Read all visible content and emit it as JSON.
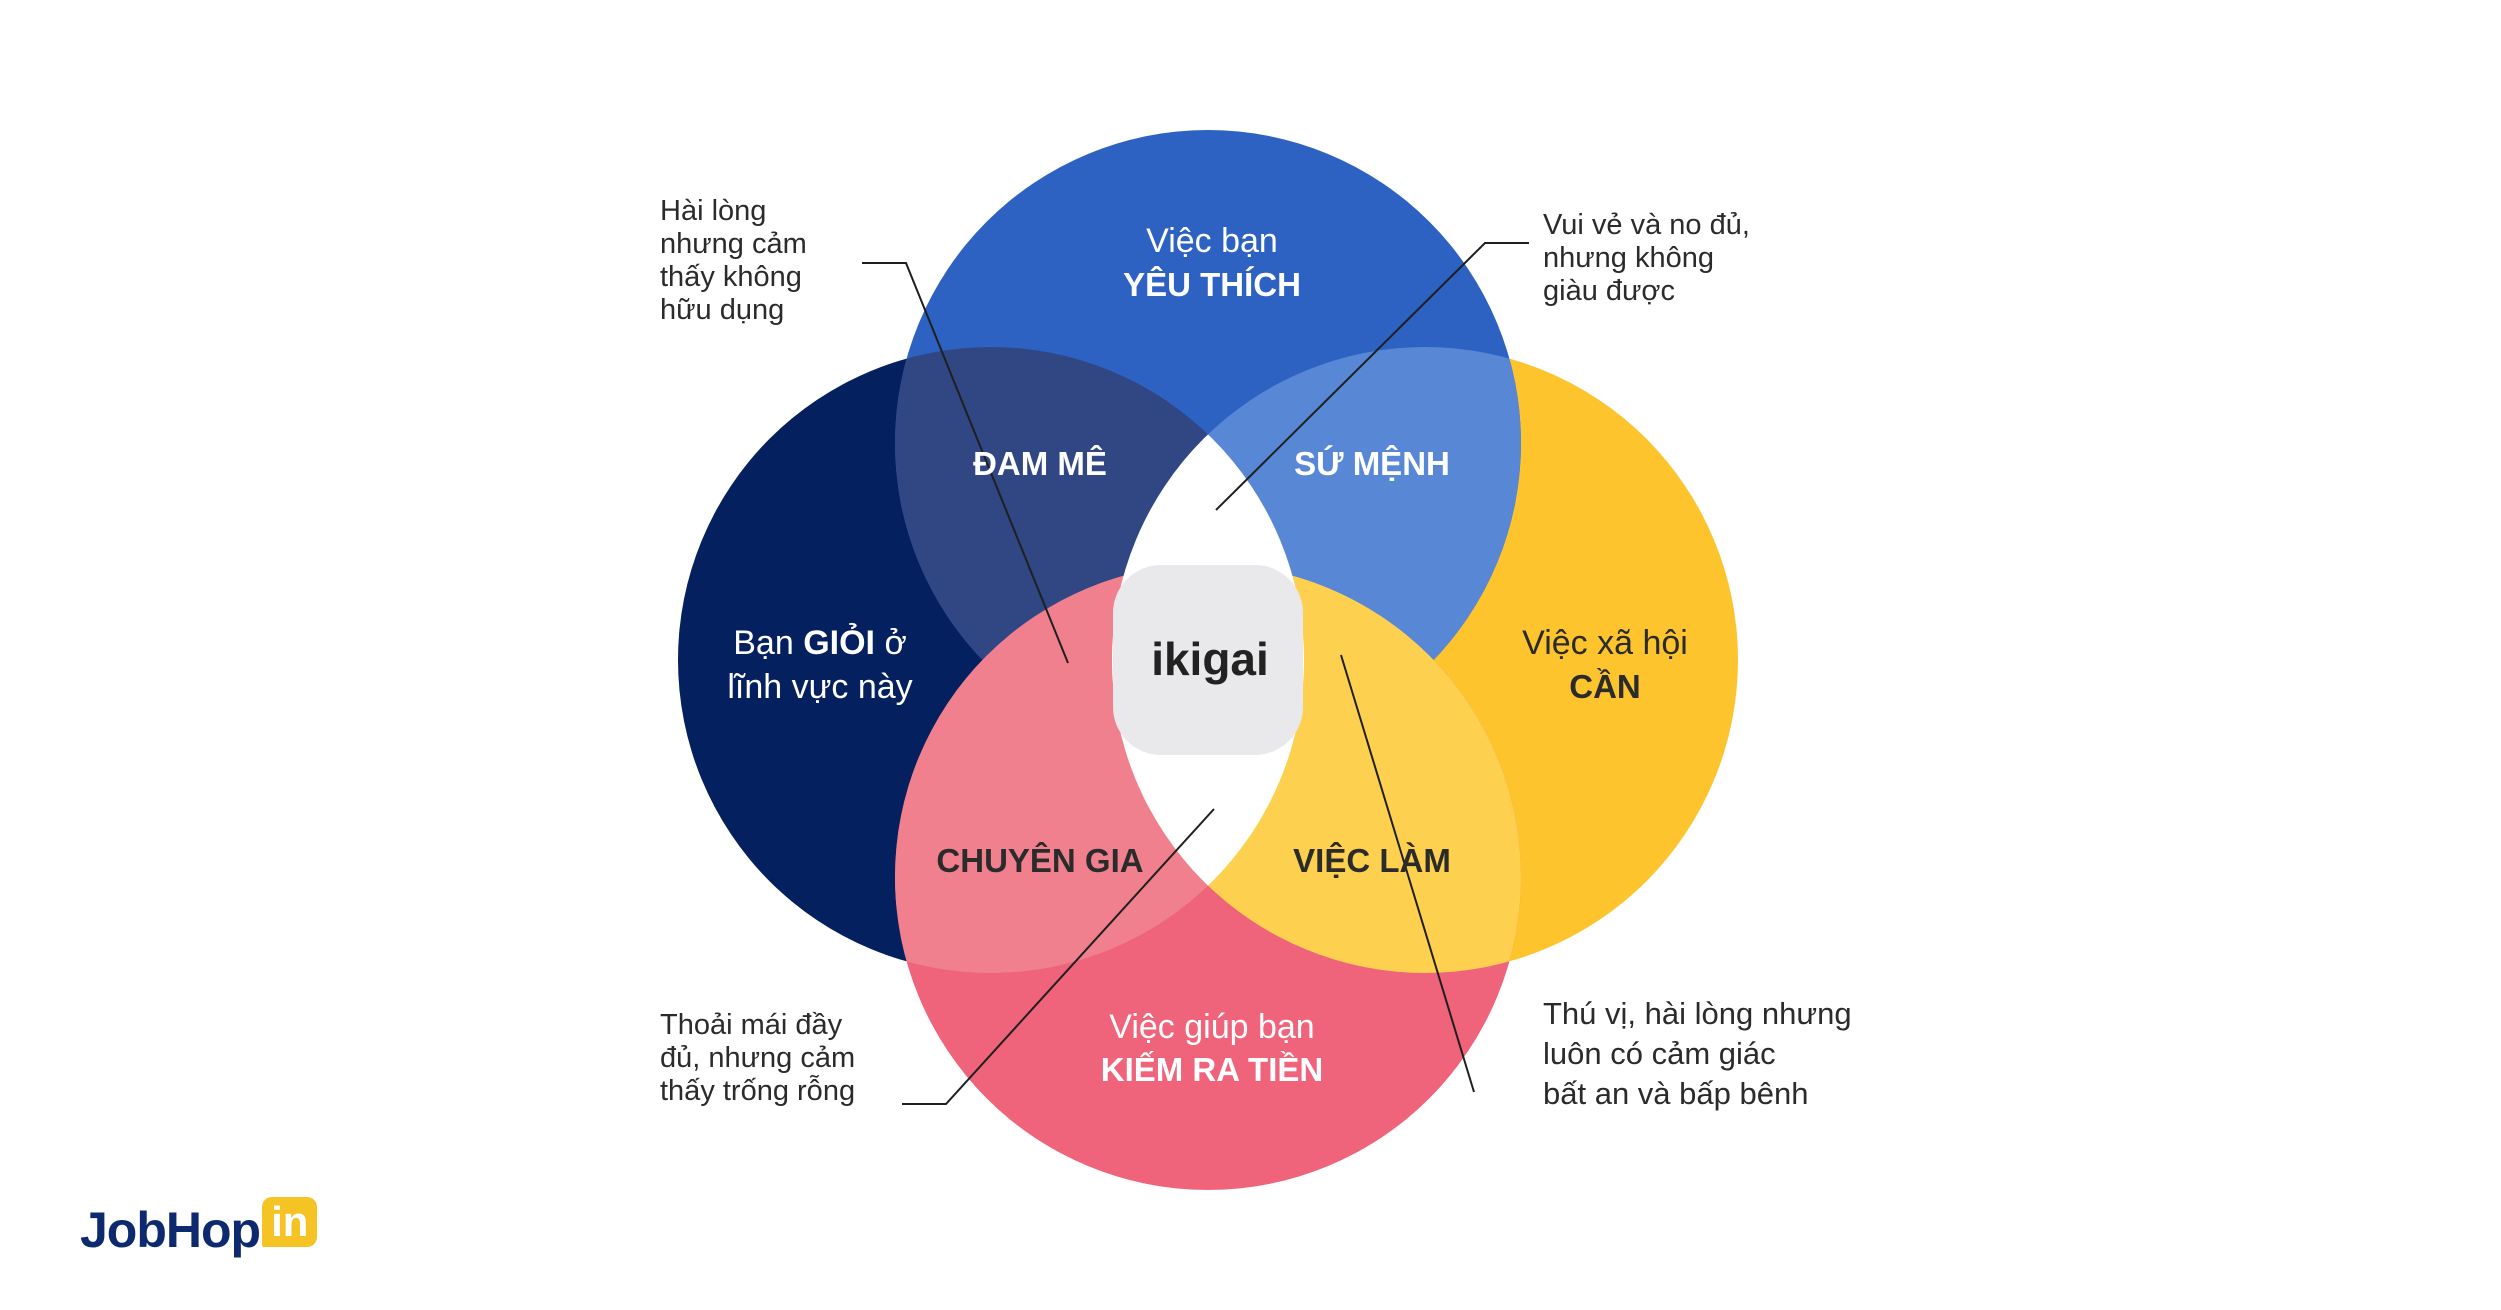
{
  "colors": {
    "top": "#2d62c3",
    "left": "#05205f",
    "right": "#fdc42e",
    "bottom": "#ef637b",
    "overlap_top_left": "#314784",
    "overlap_top_right": "#5887d6",
    "overlap_bottom_left": "#f1808f",
    "overlap_bottom_right": "#fdd14f",
    "center": "#e9e9eb"
  },
  "circles": {
    "top": {
      "line1": "Việc bạn",
      "line2": "YÊU THÍCH"
    },
    "left": {
      "line1_pre": "Bạn ",
      "line1_bold": "GIỎI",
      "line1_post": " ở",
      "line2": "lĩnh vực này"
    },
    "right": {
      "line1": "Việc xã hội",
      "line2": "CẦN"
    },
    "bottom": {
      "line1": "Việc giúp bạn",
      "line2": "KIẾM RA TIỀN"
    }
  },
  "overlaps": {
    "top_left": "ĐAM MÊ",
    "top_right": "SỨ MỆNH",
    "bottom_left": "CHUYÊN GIA",
    "bottom_right": "VIỆC LÀM"
  },
  "center": "ikigai",
  "annotations": {
    "top_left": [
      "Hài lòng",
      "nhưng cảm",
      "thấy không",
      "hữu dụng"
    ],
    "top_right": [
      "Vui vẻ và no đủ,",
      "nhưng không",
      "giàu được"
    ],
    "bottom_left": [
      "Thoải mái đầy",
      "đủ, nhưng cảm",
      "thấy trống rỗng"
    ],
    "bottom_right": [
      "Thú vị, hài lòng nhưng",
      "luôn có cảm giác",
      "bất an và bấp bênh"
    ]
  },
  "logo": {
    "text": "JobHop",
    "badge": "in"
  }
}
